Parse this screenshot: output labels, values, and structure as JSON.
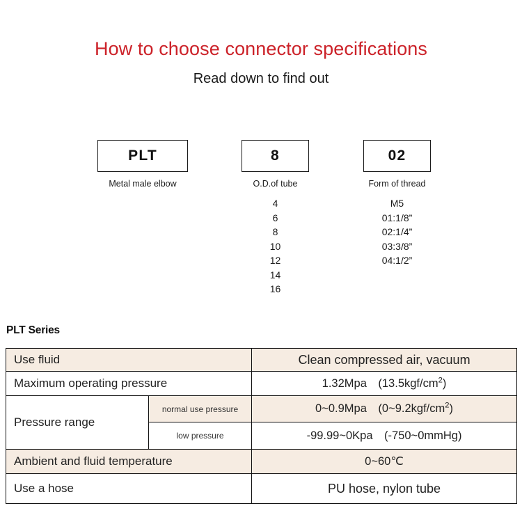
{
  "header": {
    "title": "How to choose connector specifications",
    "subtitle": "Read down to find out",
    "title_color": "#cc2229"
  },
  "code_breakdown": [
    {
      "code": "PLT",
      "caption": "Metal male elbow",
      "options": []
    },
    {
      "code": "8",
      "caption": "O.D.of tube",
      "options": [
        "4",
        "6",
        "8",
        "10",
        "12",
        "14",
        "16"
      ]
    },
    {
      "code": "02",
      "caption": "Form of thread",
      "options": [
        "M5",
        "01:1/8”",
        "02:1/4”",
        "03:3/8”",
        "04:1/2”"
      ]
    }
  ],
  "spec": {
    "heading": "PLT Series",
    "shade_color": "#f6ece2",
    "rows": [
      {
        "label": "Use fluid",
        "sublabel": null,
        "value": "Clean compressed air, vacuum",
        "shaded": true
      },
      {
        "label": "Maximum operating pressure",
        "sublabel": null,
        "value_main": "1.32Mpa (13.5kgf/cm",
        "value_sup": "2",
        "value_tail": ")",
        "shaded": false
      },
      {
        "label": "Pressure range",
        "sublabel": "normal use pressure",
        "value_main": "0~0.9Mpa (0~9.2kgf/cm",
        "value_sup": "2",
        "value_tail": ")",
        "shaded": true
      },
      {
        "label": "",
        "sublabel": "low pressure",
        "value": "-99.99~0Kpa (-750~0mmHg)",
        "shaded": false
      },
      {
        "label": "Ambient and fluid temperature",
        "sublabel": null,
        "value": "0~60℃",
        "shaded": true
      },
      {
        "label": "Use a hose",
        "sublabel": null,
        "value": "PU hose, nylon tube",
        "shaded": false
      }
    ]
  }
}
